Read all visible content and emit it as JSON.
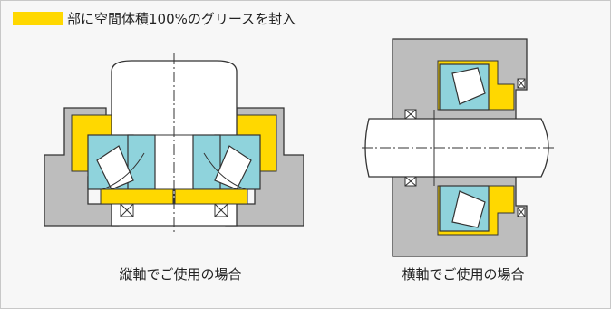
{
  "legend": {
    "text": "部に空間体積100%のグリースを封入",
    "swatch_color": "#ffd800"
  },
  "figures": [
    {
      "id": "vertical",
      "caption": "縦軸でご使用の場合"
    },
    {
      "id": "horizontal",
      "caption": "横軸でご使用の場合"
    }
  ],
  "colors": {
    "grease": "#ffd800",
    "bearing_ring": "#8fd3dc",
    "housing": "#bdbdbd",
    "shaft": "#ffffff",
    "roller": "#ffffff",
    "outline": "#333333"
  }
}
